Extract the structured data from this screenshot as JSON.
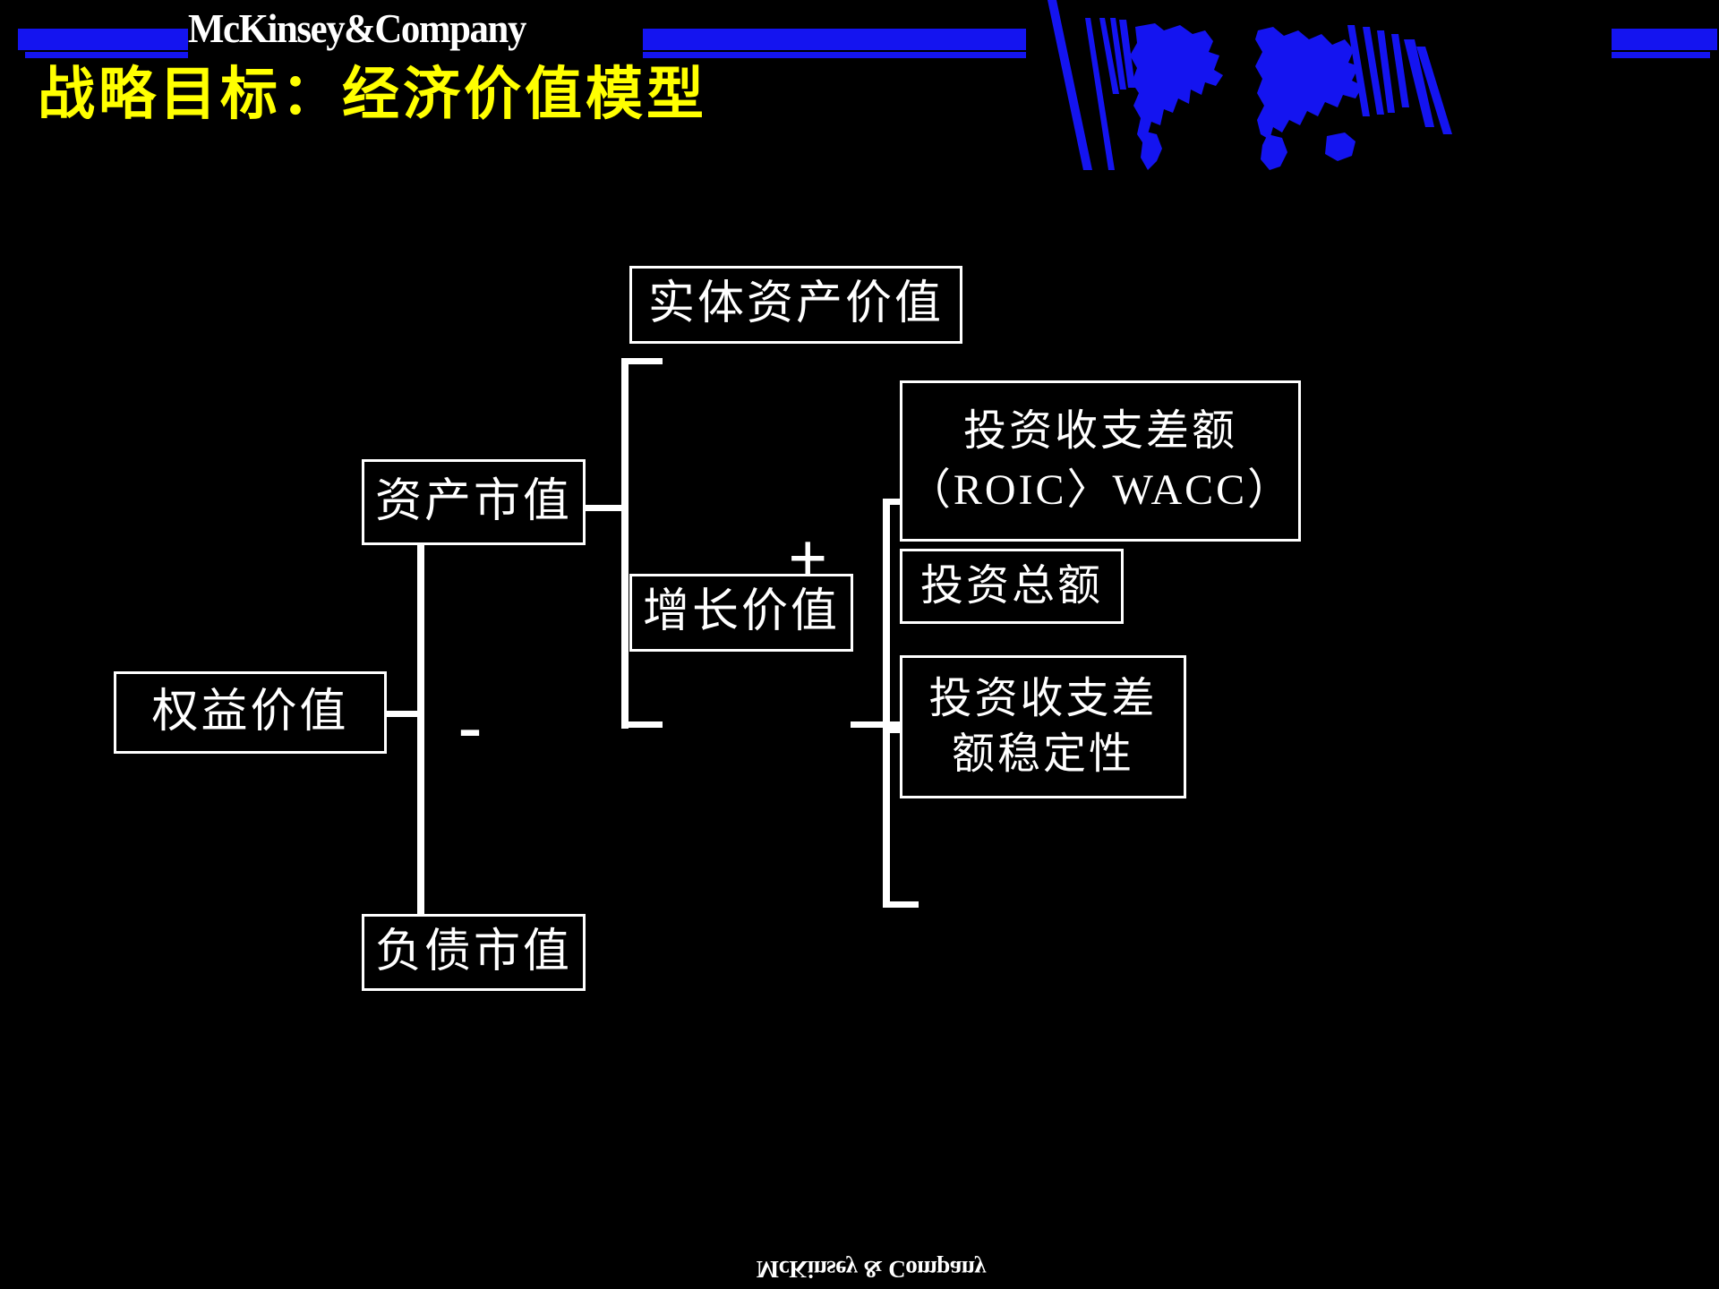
{
  "brand": {
    "logo_text": "McKinsey&Company",
    "footer_logo_text": "McKinsey & Company",
    "accent_blue": "#1414f0",
    "title_yellow": "#ffff00",
    "background": "#000000",
    "line_white": "#ffffff",
    "world_map_icon": "world-map-icon"
  },
  "header": {
    "title": "战略目标：经济价值模型"
  },
  "diagram": {
    "type": "tree",
    "operators": [
      {
        "id": "plus",
        "symbol": "+",
        "name": "plus-operator"
      },
      {
        "id": "minus",
        "symbol": "-",
        "name": "minus-operator"
      }
    ],
    "nodes": [
      {
        "id": "equity_value",
        "label": "权益价值",
        "name": "node-equity-value"
      },
      {
        "id": "asset_market_value",
        "label": "资产市值",
        "name": "node-asset-market-value"
      },
      {
        "id": "debt_market_value",
        "label": "负债市值",
        "name": "node-debt-market-value"
      },
      {
        "id": "tangible_asset_value",
        "label": "实体资产价值",
        "name": "node-tangible-asset-value"
      },
      {
        "id": "growth_value",
        "label": "增长价值",
        "name": "node-growth-value"
      },
      {
        "id": "roic_spread",
        "label": "投资收支差额\n（ROIC〉WACC）",
        "line1": "投资收支差额",
        "line2": "（ROIC〉WACC）",
        "name": "node-investment-spread"
      },
      {
        "id": "total_investment",
        "label": "投资总额",
        "name": "node-total-investment"
      },
      {
        "id": "spread_stability",
        "label": "投资收支差\n额稳定性",
        "line1": "投资收支差",
        "line2": "额稳定性",
        "name": "node-spread-stability"
      }
    ],
    "edges": [
      {
        "from": "equity_value",
        "to": "asset_market_value"
      },
      {
        "from": "equity_value",
        "to": "debt_market_value"
      },
      {
        "from": "asset_market_value",
        "to": "tangible_asset_value"
      },
      {
        "from": "asset_market_value",
        "to": "growth_value"
      },
      {
        "from": "growth_value",
        "to": "roic_spread"
      },
      {
        "from": "growth_value",
        "to": "total_investment"
      },
      {
        "from": "growth_value",
        "to": "spread_stability"
      }
    ]
  }
}
